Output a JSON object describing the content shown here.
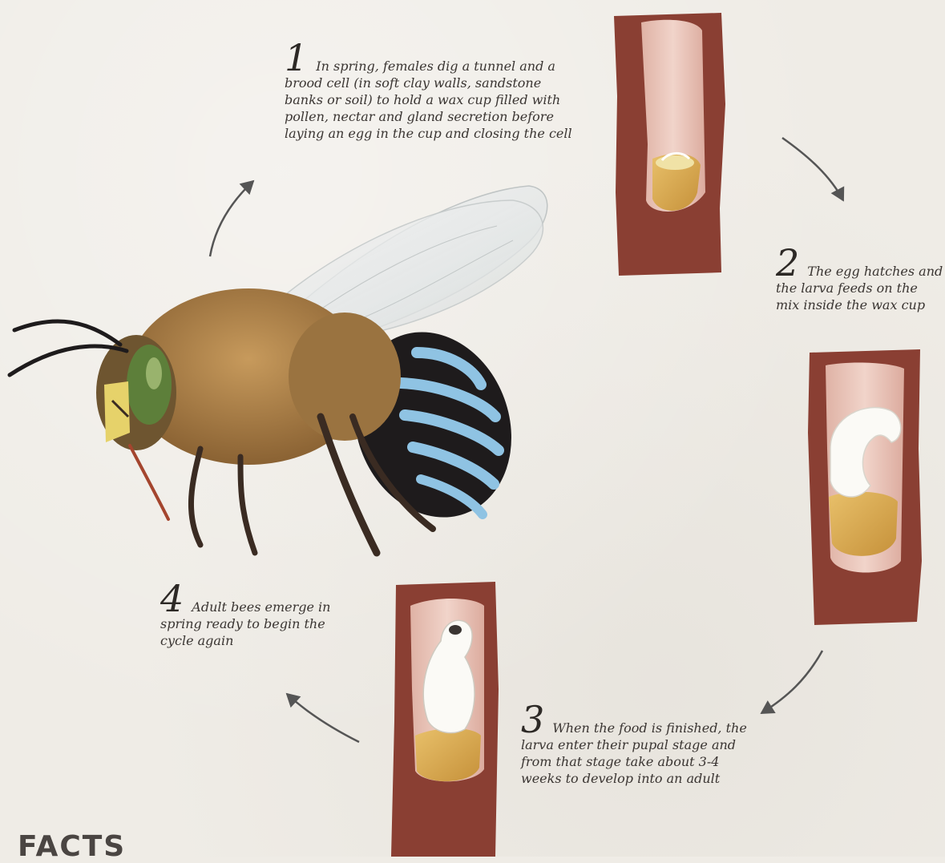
{
  "steps": [
    {
      "number": "1",
      "text": "In spring, females dig a tunnel and a brood cell (in soft clay walls, sandstone banks or soil) to hold a wax cup filled with pollen, nectar and gland secretion before laying an egg in the cup and closing the cell"
    },
    {
      "number": "2",
      "text": "The egg hatches and the larva feeds on the mix inside the wax cup"
    },
    {
      "number": "3",
      "text": "When the food is finished, the larva enter their pupal stage and from that stage take about 3-4 weeks to develop into an adult"
    },
    {
      "number": "4",
      "text": "Adult bees emerge in spring ready to begin the cycle again"
    }
  ],
  "footer": {
    "heading": "FACTS"
  },
  "colors": {
    "burrow": "#8a3f33",
    "cell": "#e9c4b8",
    "wax_cup": "#d9a94c",
    "bee_bands": "#8fc3e3",
    "arrow": "#555555"
  }
}
